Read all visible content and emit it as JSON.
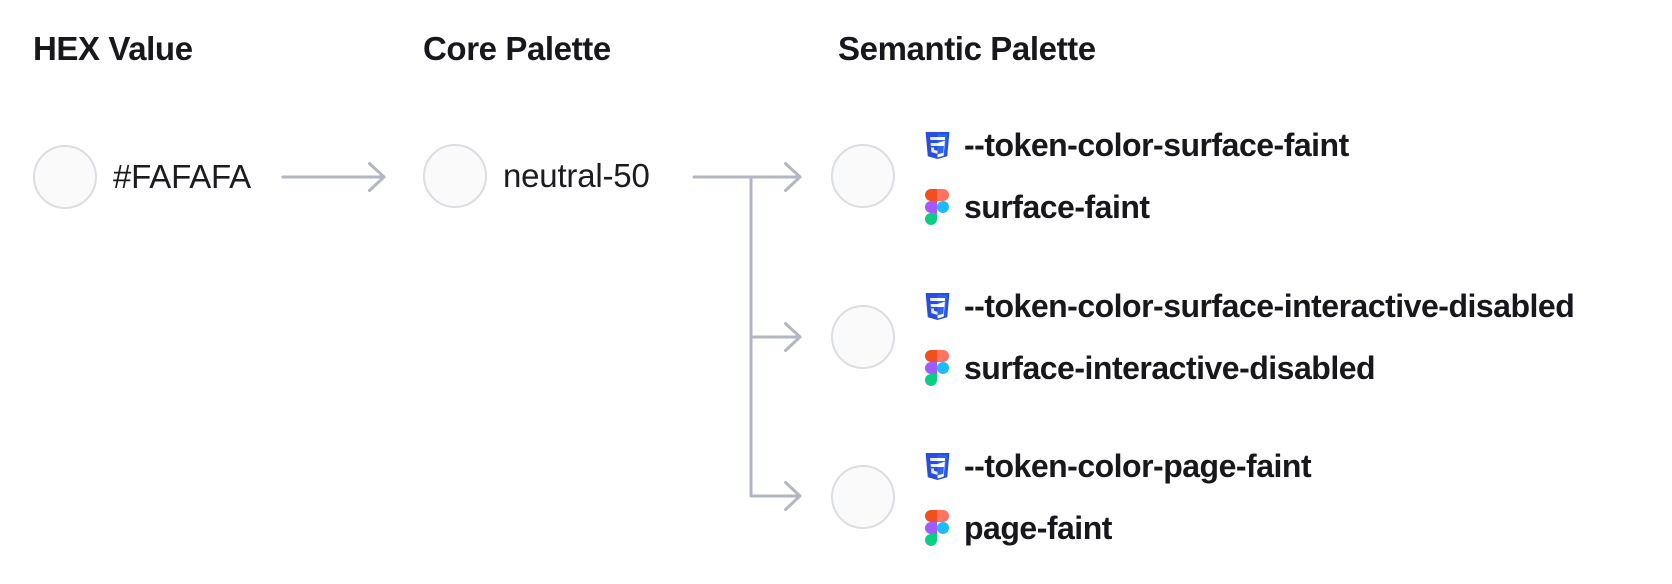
{
  "diagram": {
    "headers": {
      "hex": "HEX Value",
      "core": "Core Palette",
      "semantic": "Semantic Palette"
    },
    "hex": {
      "value": "#FAFAFA",
      "swatch": "#FAFAFA"
    },
    "core": {
      "name": "neutral-50",
      "swatch": "#FAFAFA"
    },
    "semantic": [
      {
        "css_variable": "--token-color-surface-faint",
        "figma_name": "surface-faint",
        "swatch": "#FAFAFA"
      },
      {
        "css_variable": "--token-color-surface-interactive-disabled",
        "figma_name": "surface-interactive-disabled",
        "swatch": "#FAFAFA"
      },
      {
        "css_variable": "--token-color-page-faint",
        "figma_name": "page-faint",
        "swatch": "#FAFAFA"
      }
    ],
    "icons": {
      "css": "css3-shield-icon",
      "figma": "figma-logo-icon",
      "arrow": "arrow-right-connector"
    },
    "colors": {
      "background": "#FFFFFF",
      "swatch_fill": "#FAFAFA",
      "swatch_border": "#DBDDE3",
      "connector": "#B2B6C0",
      "text": "#1A1A1F",
      "css_badge_dark": "#264DE4",
      "css_badge_light": "#2965F1",
      "figma_orange": "#F24E1E",
      "figma_salmon": "#FF7262",
      "figma_purple": "#A259FF",
      "figma_blue": "#1ABCFE",
      "figma_green": "#0ACF83"
    }
  }
}
